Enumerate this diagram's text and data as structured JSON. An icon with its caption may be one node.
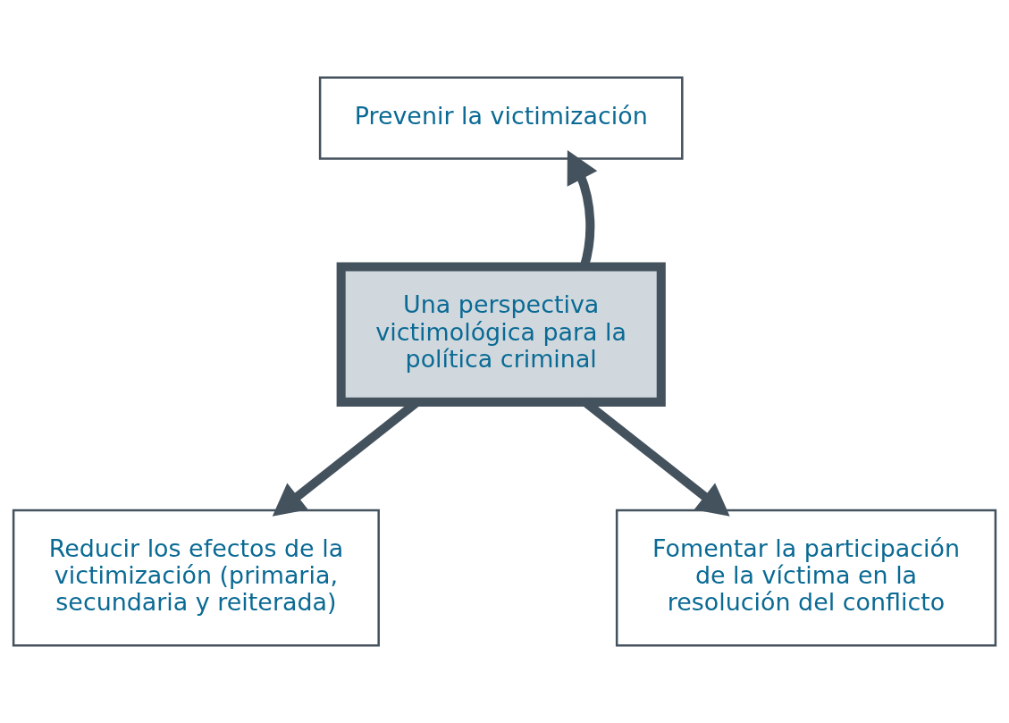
{
  "diagram": {
    "nodes": [
      {
        "text": [
          "Una perspectiva victimológica para la política criminal"
        ]
      },
      {
        "text": [
          "Prevenir la victimización"
        ]
      },
      {
        "text": [
          "Reducir los efectos de la victimización (primaria, secundaria y reiterada)"
        ]
      },
      {
        "text": [
          "Fomentar la participación de la víctima en la resolución del conflicto"
        ]
      }
    ],
    "edges": [
      {
        "from": 0,
        "to": 1,
        "arrow": "to"
      },
      {
        "from": 0,
        "to": 2,
        "arrow": "to"
      },
      {
        "from": 0,
        "to": 3,
        "arrow": "to"
      }
    ]
  }
}
